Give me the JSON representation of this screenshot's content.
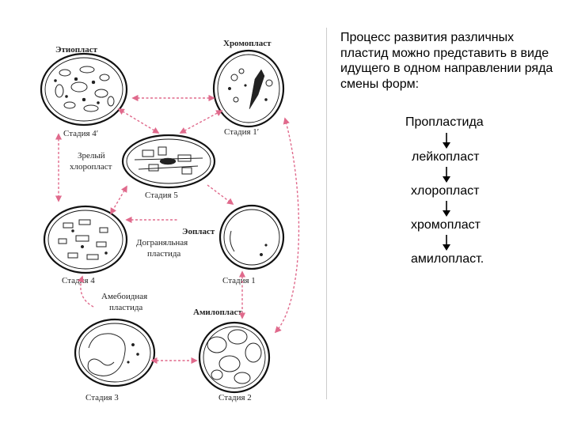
{
  "diagram": {
    "labels": {
      "etioplast": "Этиопласт",
      "stage4p": "Стадия 4ʹ",
      "chromoplast": "Хромопласт",
      "stage1p": "Стадия 1ʹ",
      "mature_chloro_1": "Зрелый",
      "mature_chloro_2": "хлоропласт",
      "stage5": "Стадия 5",
      "stage4": "Стадия 4",
      "granal_1": "Дограняльная",
      "granal_2": "пластида",
      "eoplast": "Эопласт",
      "stage1": "Стадия 1",
      "amoeboid_1": "Амебоидная",
      "amoeboid_2": "пластида",
      "amyloplast": "Амилопласт",
      "stage3": "Стадия 3",
      "stage2": "Стадия 2"
    }
  },
  "text": {
    "intro": "Процесс развития различных пластид можно представить в виде идущего в одном направлении ряда смены форм:",
    "chain": [
      "Пропластида",
      "лейкопласт",
      "хлоропласт",
      "хромопласт",
      "амилопласт."
    ]
  }
}
